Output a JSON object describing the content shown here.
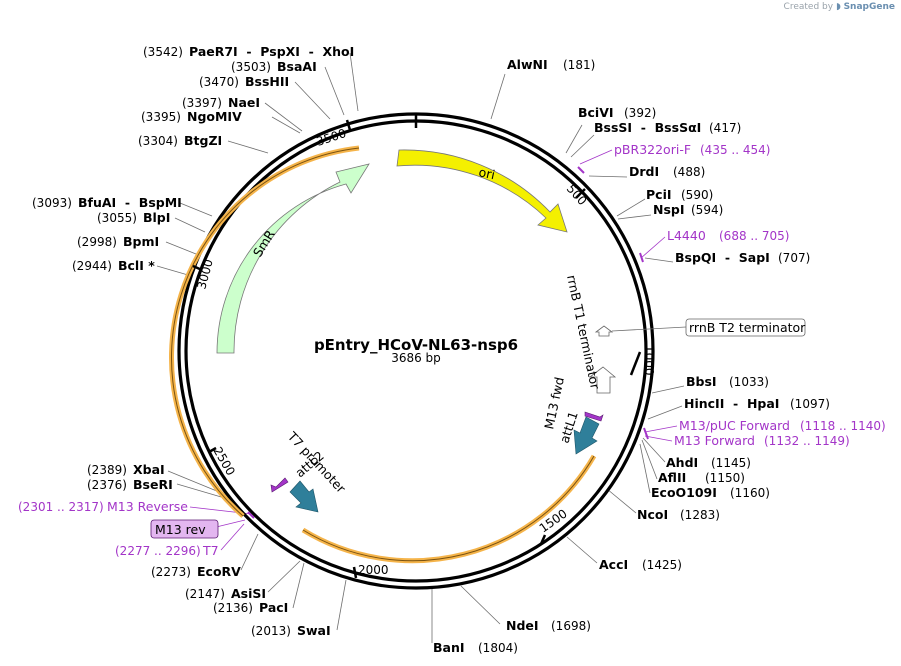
{
  "header": {
    "credit_prefix": "Created by",
    "credit_brand": "SnapGene"
  },
  "plasmid": {
    "name": "pEntry_HCoV-NL63-nsp6",
    "size_label": "3686 bp"
  },
  "ticks": [
    "500",
    "1000",
    "1500",
    "2000",
    "2500",
    "3000",
    "3500"
  ],
  "sites": [
    {
      "name": "AlwNI",
      "pos": "(181)"
    },
    {
      "name": "BciVI",
      "pos": "(392)"
    },
    {
      "name": "BssSI  -  BssSαI",
      "pos": "(417)"
    },
    {
      "name": "DrdI",
      "pos": "(488)"
    },
    {
      "name": "PciI",
      "pos": "(590)"
    },
    {
      "name": "NspI",
      "pos": "(594)"
    },
    {
      "name": "BspQI  -  SapI",
      "pos": "(707)"
    },
    {
      "name": "BbsI",
      "pos": "(1033)"
    },
    {
      "name": "HincII  -  HpaI",
      "pos": "(1097)"
    },
    {
      "name": "AhdI",
      "pos": "(1145)"
    },
    {
      "name": "AflII",
      "pos": "(1150)"
    },
    {
      "name": "EcoO109I",
      "pos": "(1160)"
    },
    {
      "name": "NcoI",
      "pos": "(1283)"
    },
    {
      "name": "AccI",
      "pos": "(1425)"
    },
    {
      "name": "NdeI",
      "pos": "(1698)"
    },
    {
      "name": "BanI",
      "pos": "(1804)"
    },
    {
      "name": "SwaI",
      "pos": "(2013)"
    },
    {
      "name": "PacI",
      "pos": "(2136)"
    },
    {
      "name": "AsiSI",
      "pos": "(2147)"
    },
    {
      "name": "EcoRV",
      "pos": "(2273)"
    },
    {
      "name": "BseRI",
      "pos": "(2376)"
    },
    {
      "name": "XbaI",
      "pos": "(2389)"
    },
    {
      "name": "BclI *",
      "pos": "(2944)"
    },
    {
      "name": "BpmI",
      "pos": "(2998)"
    },
    {
      "name": "BlpI",
      "pos": "(3055)"
    },
    {
      "name": "BfuAI  -  BspMI",
      "pos": "(3093)"
    },
    {
      "name": "BtgZI",
      "pos": "(3304)"
    },
    {
      "name": "NgoMIV",
      "pos": "(3395)"
    },
    {
      "name": "NaeI",
      "pos": "(3397)"
    },
    {
      "name": "BssHII",
      "pos": "(3470)"
    },
    {
      "name": "BsaAI",
      "pos": "(3503)"
    },
    {
      "name": "PaeR7I  -  PspXI  -  XhoI",
      "pos": "(3542)"
    }
  ],
  "primers": [
    {
      "name": "pBR322ori-F",
      "range": "(435 .. 454)"
    },
    {
      "name": "L4440",
      "range": "(688 .. 705)"
    },
    {
      "name": "M13/pUC Forward",
      "range": "(1118 .. 1140)"
    },
    {
      "name": "M13 Forward",
      "range": "(1132 .. 1149)"
    },
    {
      "name": "M13 Reverse",
      "range": "(2301 .. 2317)"
    },
    {
      "name": "T7",
      "range": "(2277 .. 2296)"
    }
  ],
  "features": {
    "ori": "ori",
    "smr": "SmR",
    "rrnb_t1": "rrnB T1 terminator",
    "rrnb_t2": "rrnB T2 terminator",
    "m13fwd": "M13 fwd",
    "attl1": "attL1",
    "t7promoter": "T7 promoter",
    "attl2": "attL2",
    "m13rev": "M13 rev"
  },
  "colors": {
    "ori": "#f4f000",
    "smr": "#ccffcc",
    "att": "#2f7f9a",
    "primer": "#a335c8",
    "selection": "#f5b44a",
    "backbone": "#000000"
  }
}
